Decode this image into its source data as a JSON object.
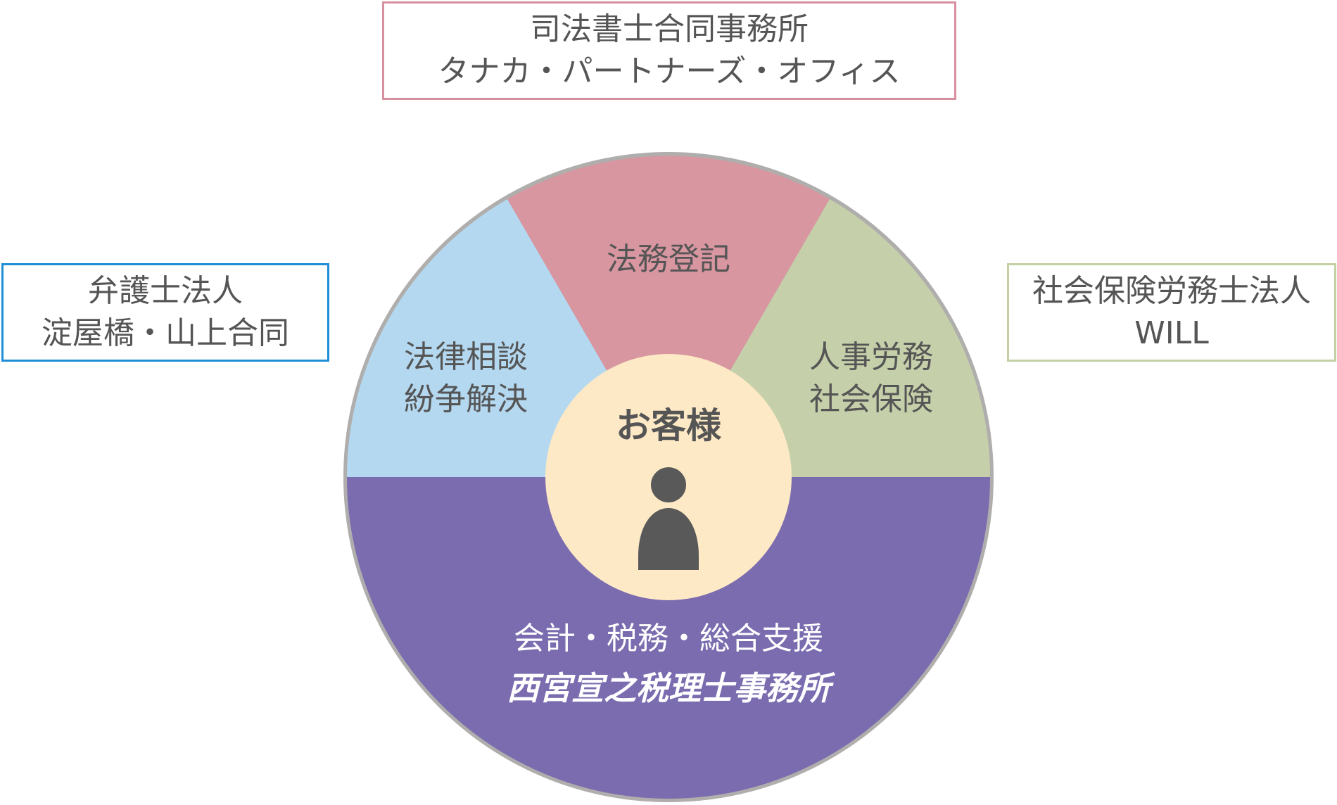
{
  "partners": {
    "top": {
      "line1": "司法書士合同事務所",
      "line2": "タナカ・パートナーズ・オフィス",
      "border_color": "#d88f9f"
    },
    "left": {
      "line1": "弁護士法人",
      "line2": "淀屋橋・山上合同",
      "border_color": "#1e8fd6"
    },
    "right": {
      "line1": "社会保険労務士法人",
      "line2": "WILL",
      "border_color": "#c3d0a3"
    }
  },
  "segments": {
    "legal": {
      "line1": "法律相談",
      "line2": "紛争解決",
      "color": "#b4d8f0"
    },
    "registration": {
      "label": "法務登記",
      "color": "#d896a1"
    },
    "hr": {
      "line1": "人事労務",
      "line2": "社会保険",
      "color": "#c5d0aa"
    },
    "accounting": {
      "line1": "会計・税務・総合支援",
      "line2": "西宮宣之税理士事務所",
      "color": "#7a6caf"
    }
  },
  "center": {
    "label": "お客様",
    "color": "#fde9c5",
    "icon": "person-icon"
  },
  "colors": {
    "text": "#555555",
    "outline": "#b0aeac",
    "person": "#595959"
  }
}
